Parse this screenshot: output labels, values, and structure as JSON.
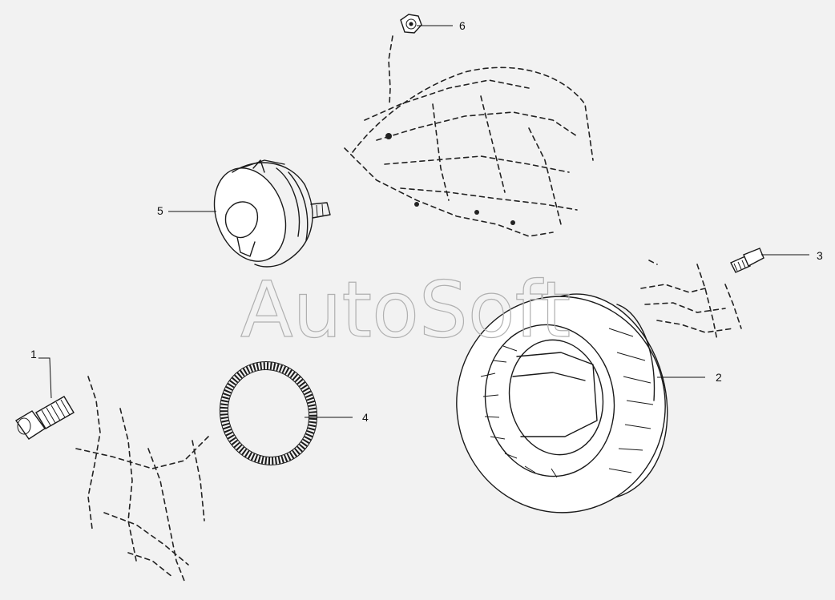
{
  "watermark": "AutoSoft",
  "callouts": [
    {
      "id": "1",
      "label": "1",
      "part": "bolt"
    },
    {
      "id": "2",
      "label": "2",
      "part": "brake-disc"
    },
    {
      "id": "3",
      "label": "3",
      "part": "bolt"
    },
    {
      "id": "4",
      "label": "4",
      "part": "abs-tone-ring"
    },
    {
      "id": "5",
      "label": "5",
      "part": "brake-chamber"
    },
    {
      "id": "6",
      "label": "6",
      "part": "nut"
    }
  ],
  "colors": {
    "background": "#f2f2f2",
    "ink": "#1a1a1a",
    "watermark": "#b0b0b0"
  }
}
